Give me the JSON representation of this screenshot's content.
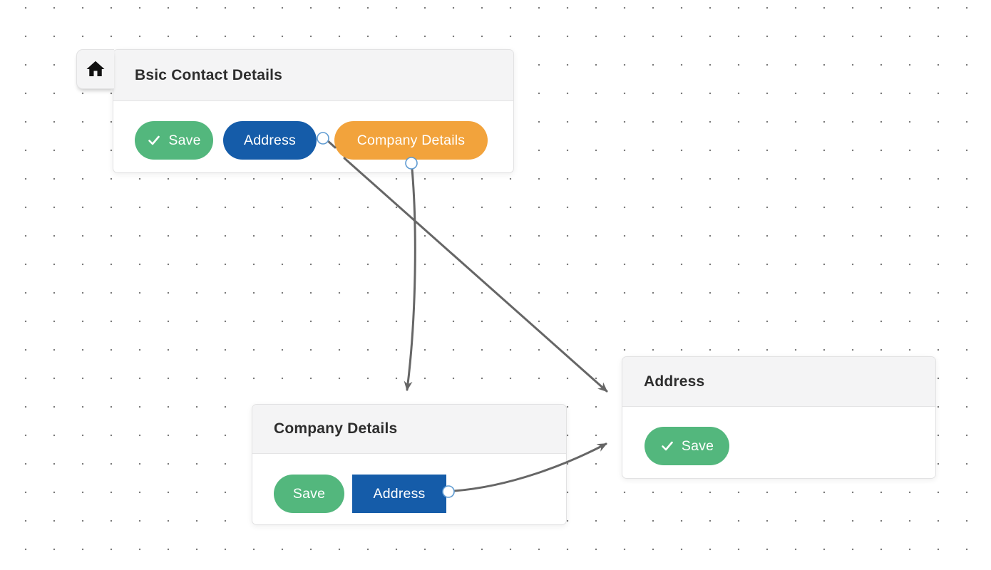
{
  "app": {
    "view": "form-field-rules-flow-canvas"
  },
  "colors": {
    "save_green": "#53B77D",
    "address_blue": "#155CA9",
    "company_orange": "#F2A33C",
    "header_bg": "#F4F4F5",
    "card_border": "#E2E2E3",
    "title_text": "#2D2D2D",
    "arrow_gray": "#666666",
    "connector_ring_blue": "#5F9BD2",
    "canvas_dot": "#7B7B7B",
    "home_icon_black": "#111111"
  },
  "icons": {
    "home": "⌂",
    "checkmark": "✓"
  },
  "flow": {
    "nodes": [
      {
        "title": "Bsic Contact Details",
        "has_home_tab": true,
        "buttons": [
          {
            "label": "Save",
            "style": "green-pill",
            "has_check": true
          },
          {
            "label": "Address",
            "style": "blue-pill",
            "has_check": false
          },
          {
            "label": "Company Details",
            "style": "orange-pill",
            "has_check": false
          }
        ]
      },
      {
        "title": "Company Details",
        "has_home_tab": false,
        "buttons": [
          {
            "label": "Save",
            "style": "green-pill",
            "has_check": false
          },
          {
            "label": "Address",
            "style": "blue-square",
            "has_check": false
          }
        ]
      },
      {
        "title": "Address",
        "has_home_tab": false,
        "buttons": [
          {
            "label": "Save",
            "style": "green-pill",
            "has_check": true
          }
        ]
      }
    ],
    "connections": [
      {
        "from": "Bsic Contact Details : Company Details button",
        "to": "Company Details card"
      },
      {
        "from": "Bsic Contact Details : Address button",
        "to": "Address card"
      },
      {
        "from": "Company Details : Address button",
        "to": "Address card"
      }
    ]
  }
}
